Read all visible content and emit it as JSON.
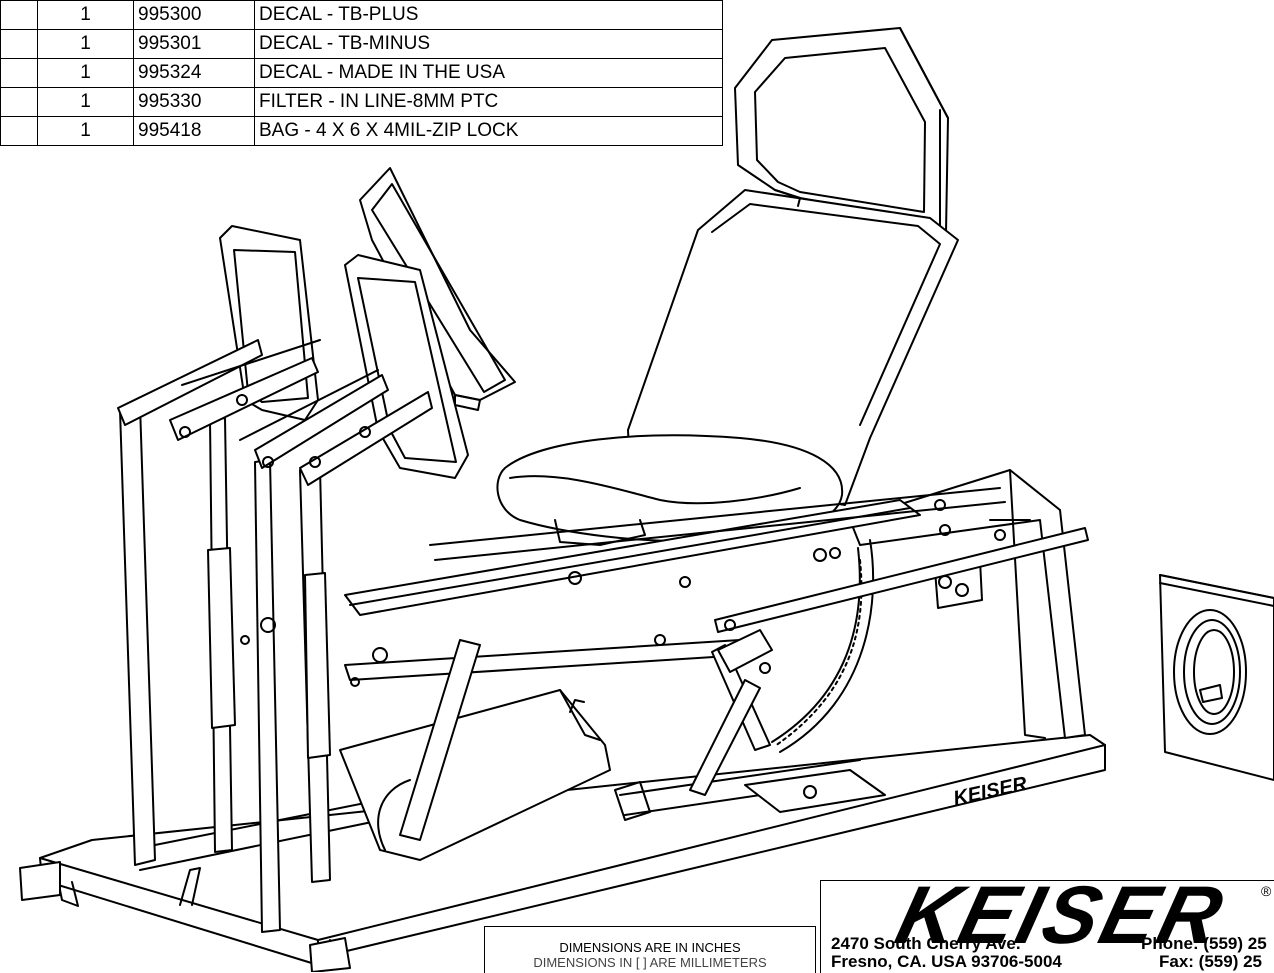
{
  "parts_table": {
    "rows": [
      {
        "qty": "1",
        "part_no": "995300",
        "description": "DECAL - TB-PLUS"
      },
      {
        "qty": "1",
        "part_no": "995301",
        "description": "DECAL - TB-MINUS"
      },
      {
        "qty": "1",
        "part_no": "995324",
        "description": "DECAL - MADE IN THE USA"
      },
      {
        "qty": "1",
        "part_no": "995330",
        "description": "FILTER - IN LINE-8MM PTC"
      },
      {
        "qty": "1",
        "part_no": "995418",
        "description": "BAG - 4 X 6 X 4MIL-ZIP LOCK"
      }
    ]
  },
  "machine_logo_text": "KEISER",
  "title_block": {
    "logo": "KEISER",
    "logo_mark": "®",
    "address_line1": "2470 South Cherry Ave.",
    "address_line2": "Fresno, CA. USA 93706-5004",
    "phone": "Phone: (559) 25",
    "fax": "Fax: (559) 25"
  },
  "dimensions_note": {
    "line1": "DIMENSIONS ARE IN INCHES",
    "line2": "DIMENSIONS IN [ ] ARE MILLIMETERS"
  }
}
